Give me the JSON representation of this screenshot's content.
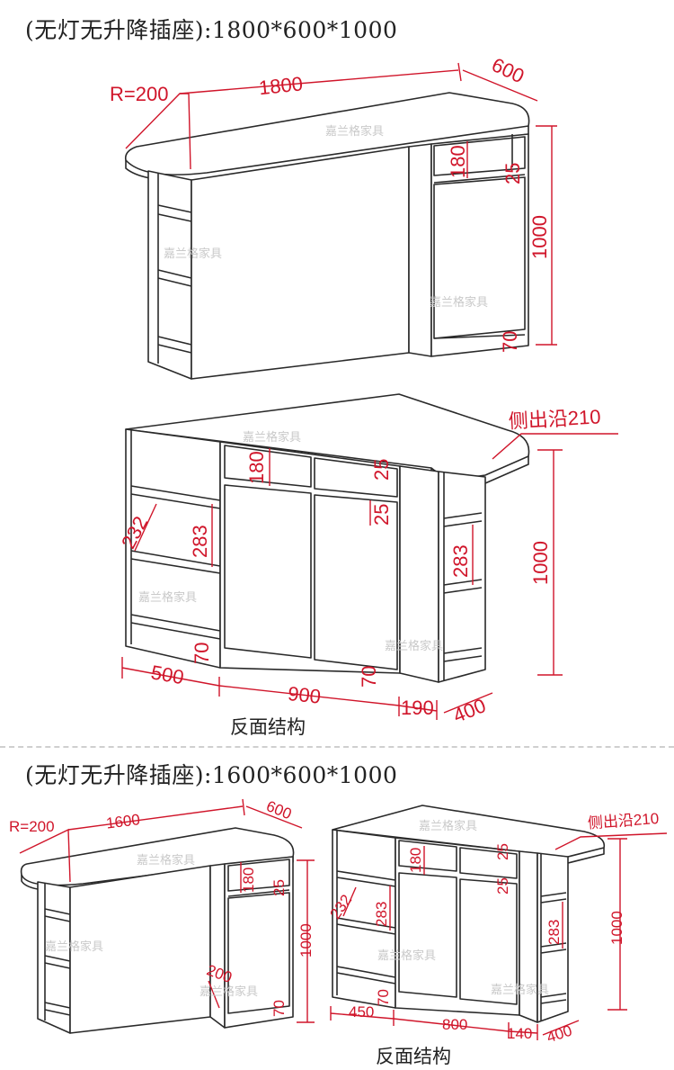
{
  "headings": {
    "top": "(无灯无升降插座):1800*600*1000",
    "bottom": "(无灯无升降插座):1600*600*1000"
  },
  "captions": {
    "rear_top": "反面结构",
    "rear_bottom": "反面结构"
  },
  "watermark": "嘉兰格家具",
  "diagram1_front": {
    "radius": "R=200",
    "length": "1800",
    "depth": "600",
    "drawer": "180",
    "gap": "25",
    "height": "1000",
    "plinth": "70"
  },
  "diagram1_rear": {
    "side_edge": "侧出沿210",
    "drawer": "180",
    "gap_top": "25",
    "gap_mid": "25",
    "shelf_depth": "232",
    "shelf_left": "283",
    "shelf_right": "283",
    "height": "1000",
    "plinth_left": "70",
    "plinth_right": "70",
    "w_left": "500",
    "w_mid": "900",
    "w_right": "190",
    "depth": "400"
  },
  "diagram2_front": {
    "radius": "R=200",
    "length": "1600",
    "depth": "600",
    "drawer": "180",
    "gap": "25",
    "height": "1000",
    "inner": "200",
    "plinth": "70"
  },
  "diagram2_rear": {
    "side_edge": "侧出沿210",
    "drawer": "180",
    "gap_top": "25",
    "gap_mid": "25",
    "shelf_depth": "232",
    "shelf_left": "283",
    "shelf_right": "283",
    "height": "1000",
    "plinth": "70",
    "w_left": "450",
    "w_mid": "800",
    "w_right": "140",
    "depth": "400"
  }
}
